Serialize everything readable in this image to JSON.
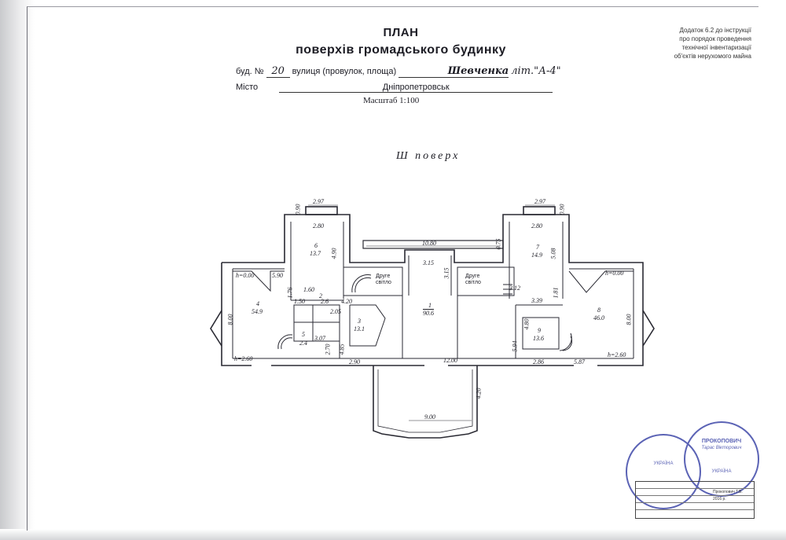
{
  "header": {
    "title": "ПЛАН",
    "subtitle": "поверхів громадського будинку",
    "appendix_lines": [
      "Додаток 6.2 до інструкції",
      "про  порядок проведення",
      "технічної  інвентаризації",
      "об'єктів нерухомого майна"
    ]
  },
  "address": {
    "building_label": "буд. №",
    "building_number": "20",
    "street_label": "вулиця (провулок, площа)",
    "street_name": "Шевченка",
    "lit_label": "літ.\"А-4\"",
    "city_label": "Місто",
    "city_name": "Дніпропетровськ",
    "scale": "Масштаб 1:100"
  },
  "floor": {
    "label": "Ш поверх"
  },
  "rooms": [
    {
      "number": "1",
      "area": "90.6"
    },
    {
      "number": "2",
      "area": "2.6"
    },
    {
      "number": "3",
      "area": "13.1"
    },
    {
      "number": "4",
      "area": "54.9"
    },
    {
      "number": "5",
      "area": "2.4"
    },
    {
      "number": "6",
      "area": "13.7"
    },
    {
      "number": "7",
      "area": "14.9"
    },
    {
      "number": "8",
      "area": "46.0"
    },
    {
      "number": "9",
      "area": "13.6"
    }
  ],
  "room_extra": {
    "r2b_area": "3.07"
  },
  "stair_labels": [
    "Друге світло",
    "Друге світло"
  ],
  "dimensions": {
    "left_top_width": "2.97",
    "left_top_inner": "2.80",
    "left_top_side": "0.90",
    "left_tower_h": "4.90",
    "right_top_width": "2.97",
    "right_top_inner": "2.80",
    "right_top_side": "0.90",
    "right_tower_h": "5.08",
    "center_bar": "10.80",
    "bar_side": "0.75",
    "center_top": "3.15",
    "center_top_v": "3.15",
    "right_corr_a": "3.12",
    "right_corr_b": "3.39",
    "right_corr_v": "1.81",
    "h_left": "h=0.00",
    "h_right": "h=0.00",
    "left_wing_w": "5.90",
    "left_wing_h": "8.00",
    "right_wing_h": "8.00",
    "wc_a": "1.60",
    "wc_b": "1.50",
    "wc_c": "1.76",
    "corr_420": "4.20",
    "corr_205": "2.05",
    "v_270": "2.70",
    "v_485": "4.85",
    "bottom_290": "2.90",
    "bottom_1200": "12.00",
    "bottom_286": "2.86",
    "bottom_587": "5.87",
    "h_bl": "h=2.60",
    "h_br": "h=2.60",
    "v_594": "5.94",
    "r9_v": "4.80",
    "bay_w": "9.00",
    "bay_h": "4.20"
  },
  "stamp": {
    "name": "ПРОКОПОВИЧ",
    "person": "Тарас Вікторович",
    "country": "УКРАЇНА",
    "sign_name": "Прокопович Т.В.",
    "year": "2016 р."
  }
}
